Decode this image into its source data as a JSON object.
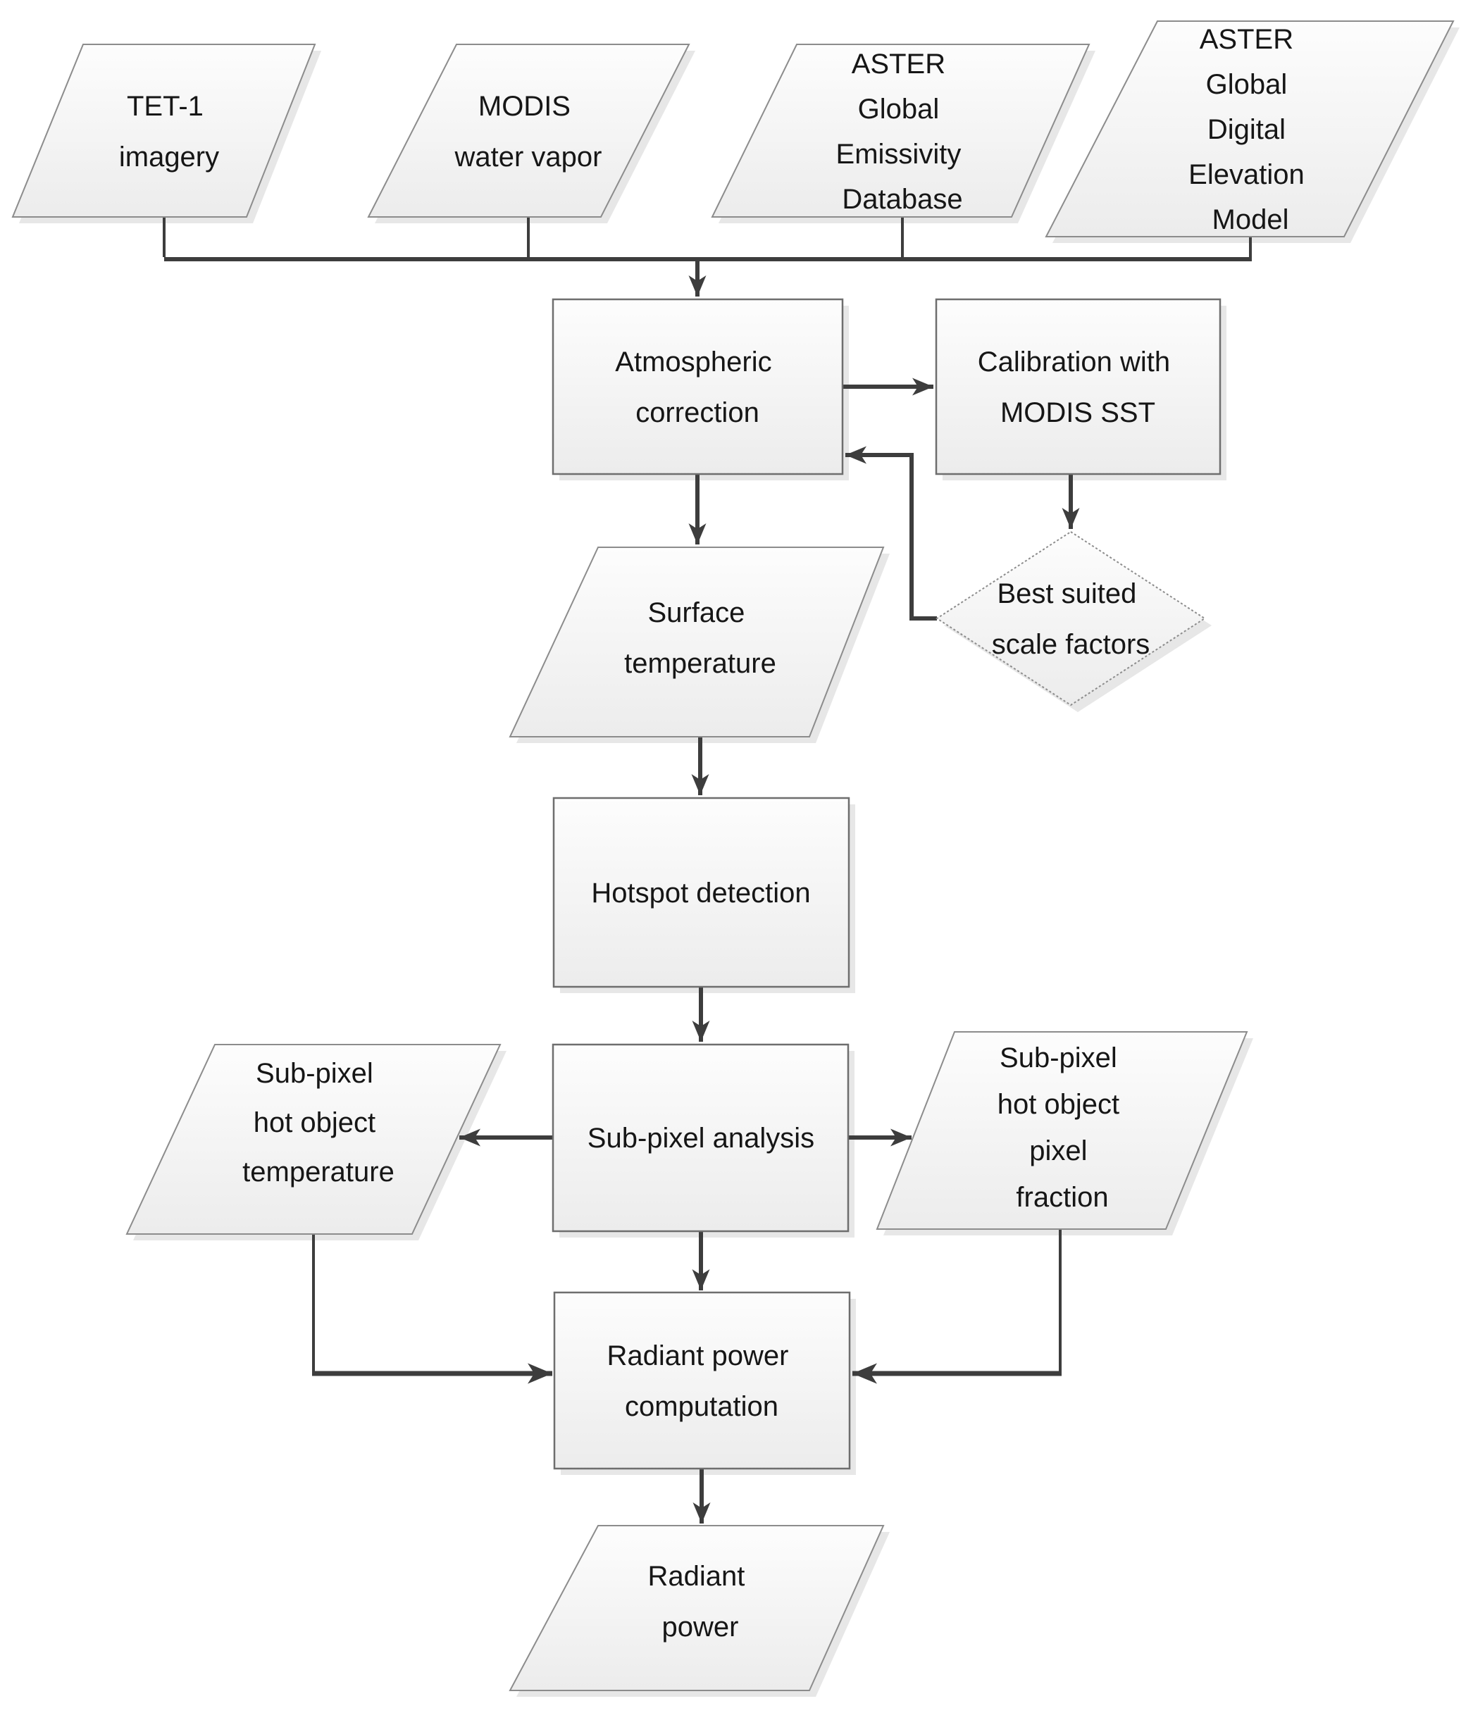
{
  "diagram": {
    "type": "flowchart",
    "background": "#ffffff",
    "line_color": "#3d3d3d",
    "shape_fill_top": "#fdfdfd",
    "shape_fill_bottom": "#ededed",
    "rect_border": "#6e6e6e",
    "parallelogram_border": "#8c8c8c",
    "text_color": "#161616",
    "nodes": {
      "tet1": {
        "type": "io-parallelogram",
        "lines": [
          "TET-1",
          "imagery"
        ]
      },
      "modis": {
        "type": "io-parallelogram",
        "lines": [
          "MODIS",
          "water vapor"
        ]
      },
      "asterged": {
        "type": "io-parallelogram",
        "lines": [
          "ASTER",
          "Global",
          "Emissivity",
          "Database"
        ]
      },
      "asterdem": {
        "type": "io-parallelogram",
        "lines": [
          "ASTER",
          "Global",
          "Digital",
          "Elevation",
          "Model"
        ]
      },
      "atmos": {
        "type": "process-rect",
        "lines": [
          "Atmospheric",
          "correction"
        ]
      },
      "calib": {
        "type": "process-rect",
        "lines": [
          "Calibration with",
          "MODIS SST"
        ]
      },
      "scale": {
        "type": "decision-diamond",
        "lines": [
          "Best suited",
          "scale factors"
        ]
      },
      "surftemp": {
        "type": "io-parallelogram",
        "lines": [
          "Surface",
          "temperature"
        ]
      },
      "hotspot": {
        "type": "process-rect",
        "lines": [
          "Hotspot detection"
        ]
      },
      "subpixel": {
        "type": "process-rect",
        "lines": [
          "Sub-pixel analysis"
        ]
      },
      "sptemp": {
        "type": "io-parallelogram",
        "lines": [
          "Sub-pixel",
          "hot object",
          "temperature"
        ]
      },
      "spfrac": {
        "type": "io-parallelogram",
        "lines": [
          "Sub-pixel",
          "hot object",
          "pixel",
          "fraction"
        ]
      },
      "radcomp": {
        "type": "process-rect",
        "lines": [
          "Radiant power",
          "computation"
        ]
      },
      "radpower": {
        "type": "io-parallelogram",
        "lines": [
          "Radiant",
          "power"
        ]
      }
    },
    "edges": [
      {
        "from": "TET-1 imagery",
        "to": "Atmospheric correction"
      },
      {
        "from": "MODIS water vapor",
        "to": "Atmospheric correction"
      },
      {
        "from": "ASTER Global Emissivity Database",
        "to": "Atmospheric correction"
      },
      {
        "from": "ASTER Global Digital Elevation Model",
        "to": "Atmospheric correction"
      },
      {
        "from": "Atmospheric correction",
        "to": "Calibration with MODIS SST"
      },
      {
        "from": "Calibration with MODIS SST",
        "to": "Best suited scale factors"
      },
      {
        "from": "Best suited scale factors",
        "to": "Atmospheric correction"
      },
      {
        "from": "Atmospheric correction",
        "to": "Surface temperature"
      },
      {
        "from": "Surface temperature",
        "to": "Hotspot detection"
      },
      {
        "from": "Hotspot detection",
        "to": "Sub-pixel analysis"
      },
      {
        "from": "Sub-pixel analysis",
        "to": "Sub-pixel hot object temperature"
      },
      {
        "from": "Sub-pixel analysis",
        "to": "Sub-pixel hot object pixel fraction"
      },
      {
        "from": "Sub-pixel analysis",
        "to": "Radiant power computation"
      },
      {
        "from": "Sub-pixel hot object temperature",
        "to": "Radiant power computation"
      },
      {
        "from": "Sub-pixel hot object pixel fraction",
        "to": "Radiant power computation"
      },
      {
        "from": "Radiant power computation",
        "to": "Radiant power"
      }
    ]
  }
}
